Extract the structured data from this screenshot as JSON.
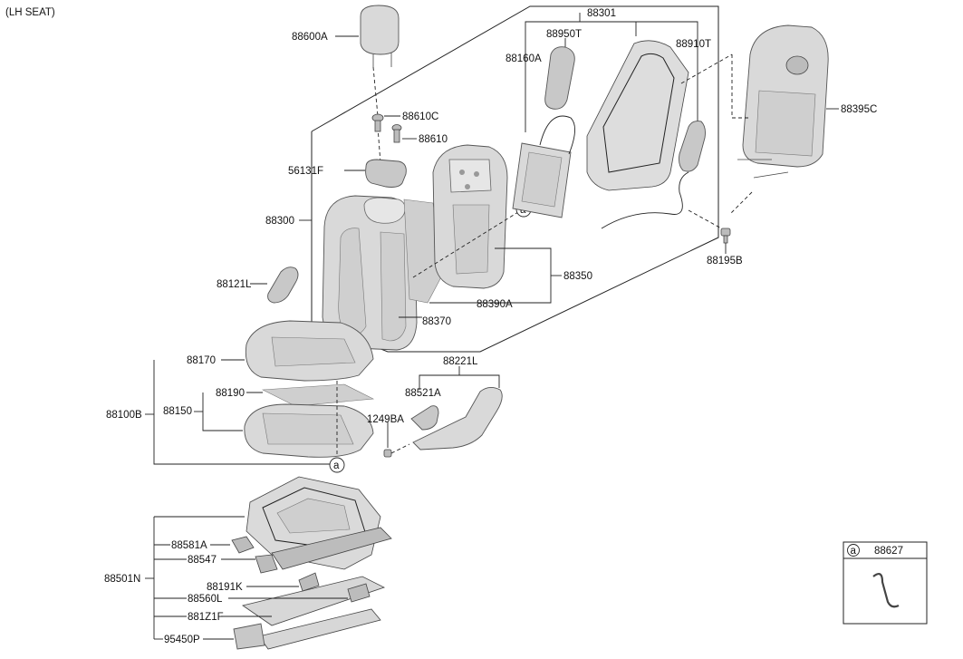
{
  "diagram_title": "(LH SEAT)",
  "labels": {
    "p88600A": "88600A",
    "p88610C": "88610C",
    "p88610": "88610",
    "p56131F": "56131F",
    "p88300": "88300",
    "p88121L": "88121L",
    "p88301": "88301",
    "p88950T": "88950T",
    "p88910T": "88910T",
    "p88160A": "88160A",
    "p88395C": "88395C",
    "p88195B": "88195B",
    "p88350": "88350",
    "p88390A": "88390A",
    "p88370": "88370",
    "p88170": "88170",
    "p88100B": "88100B",
    "p88150": "88150",
    "p88190": "88190",
    "p88221L": "88221L",
    "p88521A": "88521A",
    "p1249BA": "1249BA",
    "p88501N": "88501N",
    "p88581A": "88581A",
    "p88547": "88547",
    "p88191K": "88191K",
    "p88560L": "88560L",
    "p881Z1F": "881Z1F",
    "p95450P": "95450P"
  },
  "callout_marker": "a",
  "inset": {
    "marker": "a",
    "part_no": "88627"
  }
}
